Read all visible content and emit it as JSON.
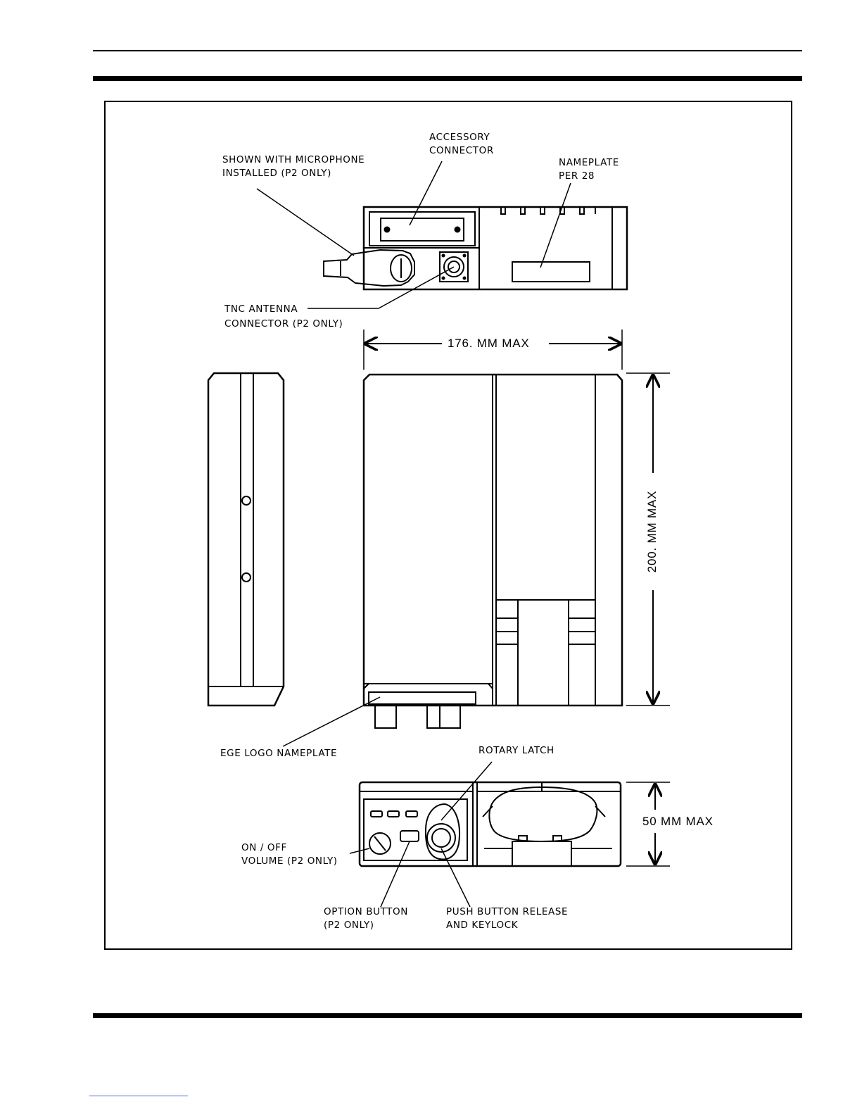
{
  "labels": {
    "accessory_connector": [
      "ACCESSORY",
      "CONNECTOR"
    ],
    "microphone": [
      "SHOWN  WITH  MICROPHONE",
      "INSTALLED  (P2  ONLY)"
    ],
    "nameplate": [
      "NAMEPLATE",
      "PER 28"
    ],
    "tnc_antenna": [
      "TNC  ANTENNA",
      "CONNECTOR  (P2  ONLY)"
    ],
    "ege_logo": "EGE  LOGO  NAMEPLATE",
    "rotary_latch": "ROTARY  LATCH",
    "on_off": [
      "ON / OFF",
      "VOLUME  (P2  ONLY)"
    ],
    "option_button": [
      "OPTION  BUTTON",
      "(P2  ONLY)"
    ],
    "push_button": [
      "PUSH  BUTTON  RELEASE",
      "AND  KEYLOCK"
    ]
  },
  "dimensions": {
    "width": "176.  MM  MAX",
    "height": "200.  MM  MAX",
    "depth": "50  MM  MAX"
  }
}
